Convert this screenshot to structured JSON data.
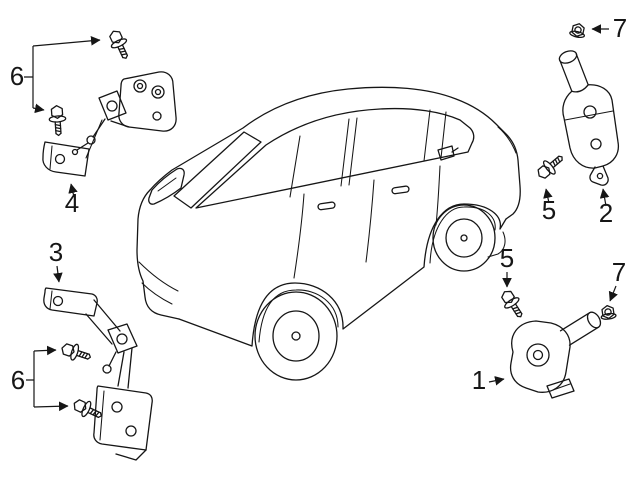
{
  "page": {
    "background": "#ffffff",
    "ink": "#161616"
  },
  "callouts": {
    "upper_left_6": "6",
    "upper_left_4": "4",
    "left_3": "3",
    "lower_left_6": "6",
    "upper_right_7": "7",
    "upper_right_2": "2",
    "upper_right_5": "5",
    "lower_right_5": "5",
    "lower_right_7": "7",
    "lower_right_1": "1"
  },
  "icons": {
    "bolt": "flanged-hex-bolt-icon",
    "nut": "flanged-hex-nut-icon",
    "vehicle": "suv-rear-three-quarter-line-art"
  }
}
